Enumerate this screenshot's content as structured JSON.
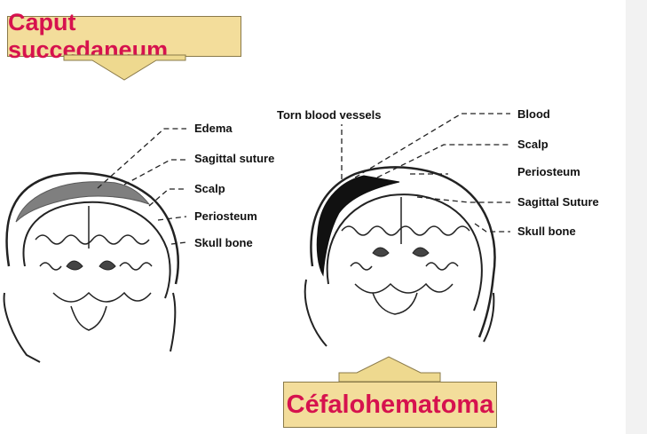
{
  "titles": {
    "caput": "Caput succedaneum",
    "cefalo": "Céfalohematoma"
  },
  "left_labels": {
    "edema": "Edema",
    "sagittal": "Sagittal suture",
    "scalp": "Scalp",
    "periosteum": "Periosteum",
    "skull": "Skull bone"
  },
  "right_labels": {
    "torn": "Torn blood vessels",
    "blood": "Blood",
    "scalp": "Scalp",
    "periosteum": "Periosteum",
    "sagittal": "Sagittal Suture",
    "skull": "Skull bone"
  },
  "colors": {
    "title_fill": "#f3dd9b",
    "title_text": "#d6124e",
    "arrow_fill": "#eed98f"
  }
}
